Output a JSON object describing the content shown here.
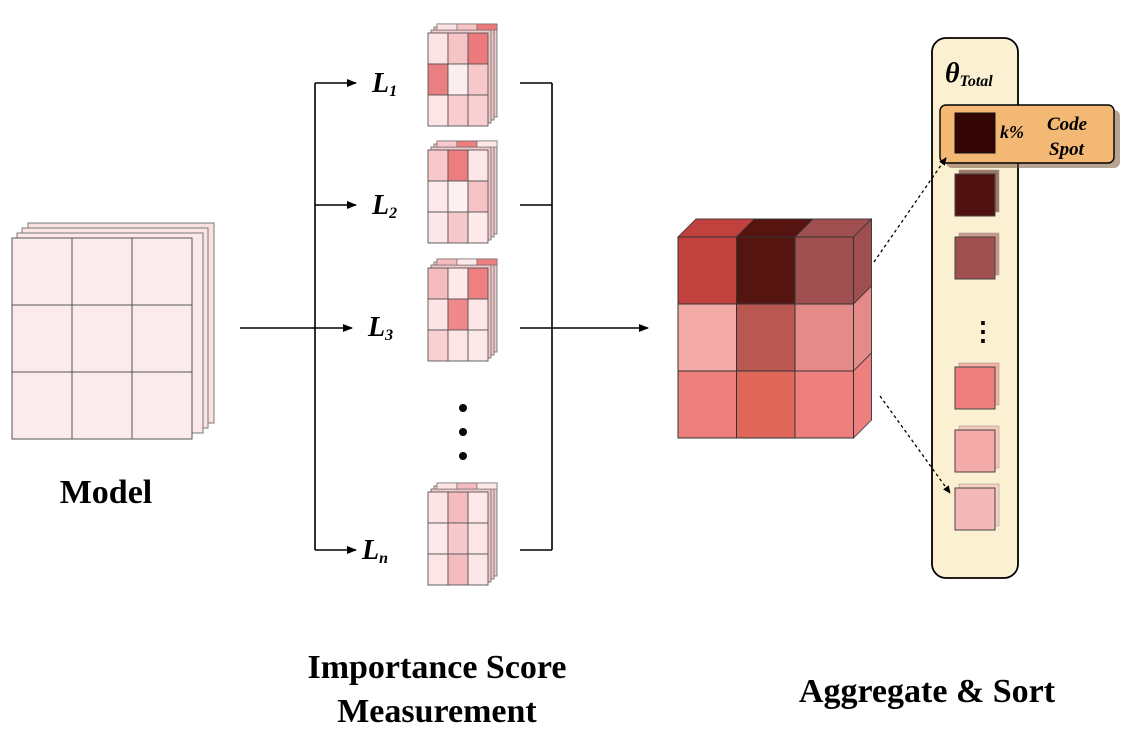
{
  "labels": {
    "model": "Model",
    "importance_line1": "Importance Score",
    "importance_line2": "Measurement",
    "aggregate": "Aggregate & Sort",
    "theta_symbol": "θ",
    "theta_sub": "Total",
    "k_percent": "k%",
    "code_line1": "Code",
    "code_line2": "Spot",
    "ellipsis_v": "⋮"
  },
  "loss_labels": [
    {
      "base": "L",
      "sub": "1"
    },
    {
      "base": "L",
      "sub": "2"
    },
    {
      "base": "L",
      "sub": "3"
    },
    {
      "base": "L",
      "sub": "n"
    }
  ],
  "colors": {
    "model_cell": "#fcebed",
    "panel_bg": "#fbf1d2",
    "codespot_bg": "#f3b874",
    "arrow": "#000000"
  },
  "loss_grids": [
    [
      "#fde2e3",
      "#f7c4c6",
      "#ec7a7c",
      "#ea7f81",
      "#fdeeee",
      "#f8c9cb",
      "#fde4e5",
      "#f9cdd0",
      "#f9cfd1"
    ],
    [
      "#f8c8ca",
      "#ee7d80",
      "#fde6e7",
      "#fde9ea",
      "#fdf0f0",
      "#f6c2c4",
      "#fde6e7",
      "#f7c8ca",
      "#fde9ea"
    ],
    [
      "#f5bcbf",
      "#fde9ea",
      "#ee8082",
      "#fde3e4",
      "#f0898b",
      "#fde6e7",
      "#f9cfd1",
      "#fde5e6",
      "#fde8e9"
    ],
    [
      "#fde3e4",
      "#f5bcbf",
      "#fde7e8",
      "#fde9ea",
      "#f8c9cb",
      "#fde5e6",
      "#fde4e5",
      "#f5bcbf",
      "#fde6e7"
    ]
  ],
  "aggregate_grid": [
    "#c0413e",
    "#561411",
    "#9f4f4f",
    "#f3aaa7",
    "#bb5751",
    "#e48a89",
    "#ec7f7c",
    "#de675a",
    "#ed807d"
  ],
  "sorted_bars": [
    "#330505",
    "#4f1210",
    "#a0504f",
    "#ef7f7f",
    "#f3aaa8",
    "#f4b8b8"
  ]
}
